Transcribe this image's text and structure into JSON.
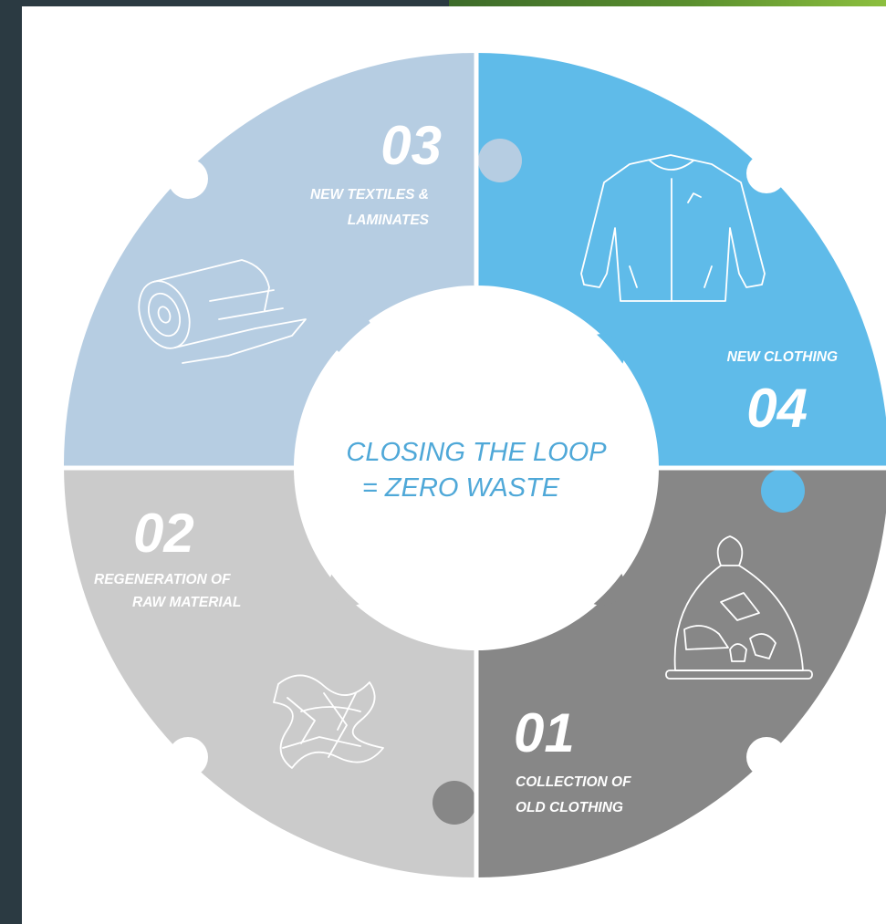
{
  "diagram": {
    "center": {
      "line1": "CLOSING THE LOOP",
      "line2": "= ZERO WASTE",
      "color": "#4fa8d8"
    },
    "steps": [
      {
        "number": "01",
        "line1": "COLLECTION OF",
        "line2": "OLD CLOTHING",
        "color": "#878787",
        "icon": "bag-of-shoes-icon"
      },
      {
        "number": "02",
        "line1": "REGENERATION OF",
        "line2": "RAW MATERIAL",
        "color": "#cbcbcb",
        "icon": "fiber-tangle-icon"
      },
      {
        "number": "03",
        "line1": "NEW TEXTILES &",
        "line2": "LAMINATES",
        "color": "#b6cde2",
        "icon": "fabric-roll-icon"
      },
      {
        "number": "04",
        "line1": "NEW CLOTHING",
        "line2": "",
        "color": "#5fbbe9",
        "icon": "jacket-icon"
      }
    ]
  }
}
